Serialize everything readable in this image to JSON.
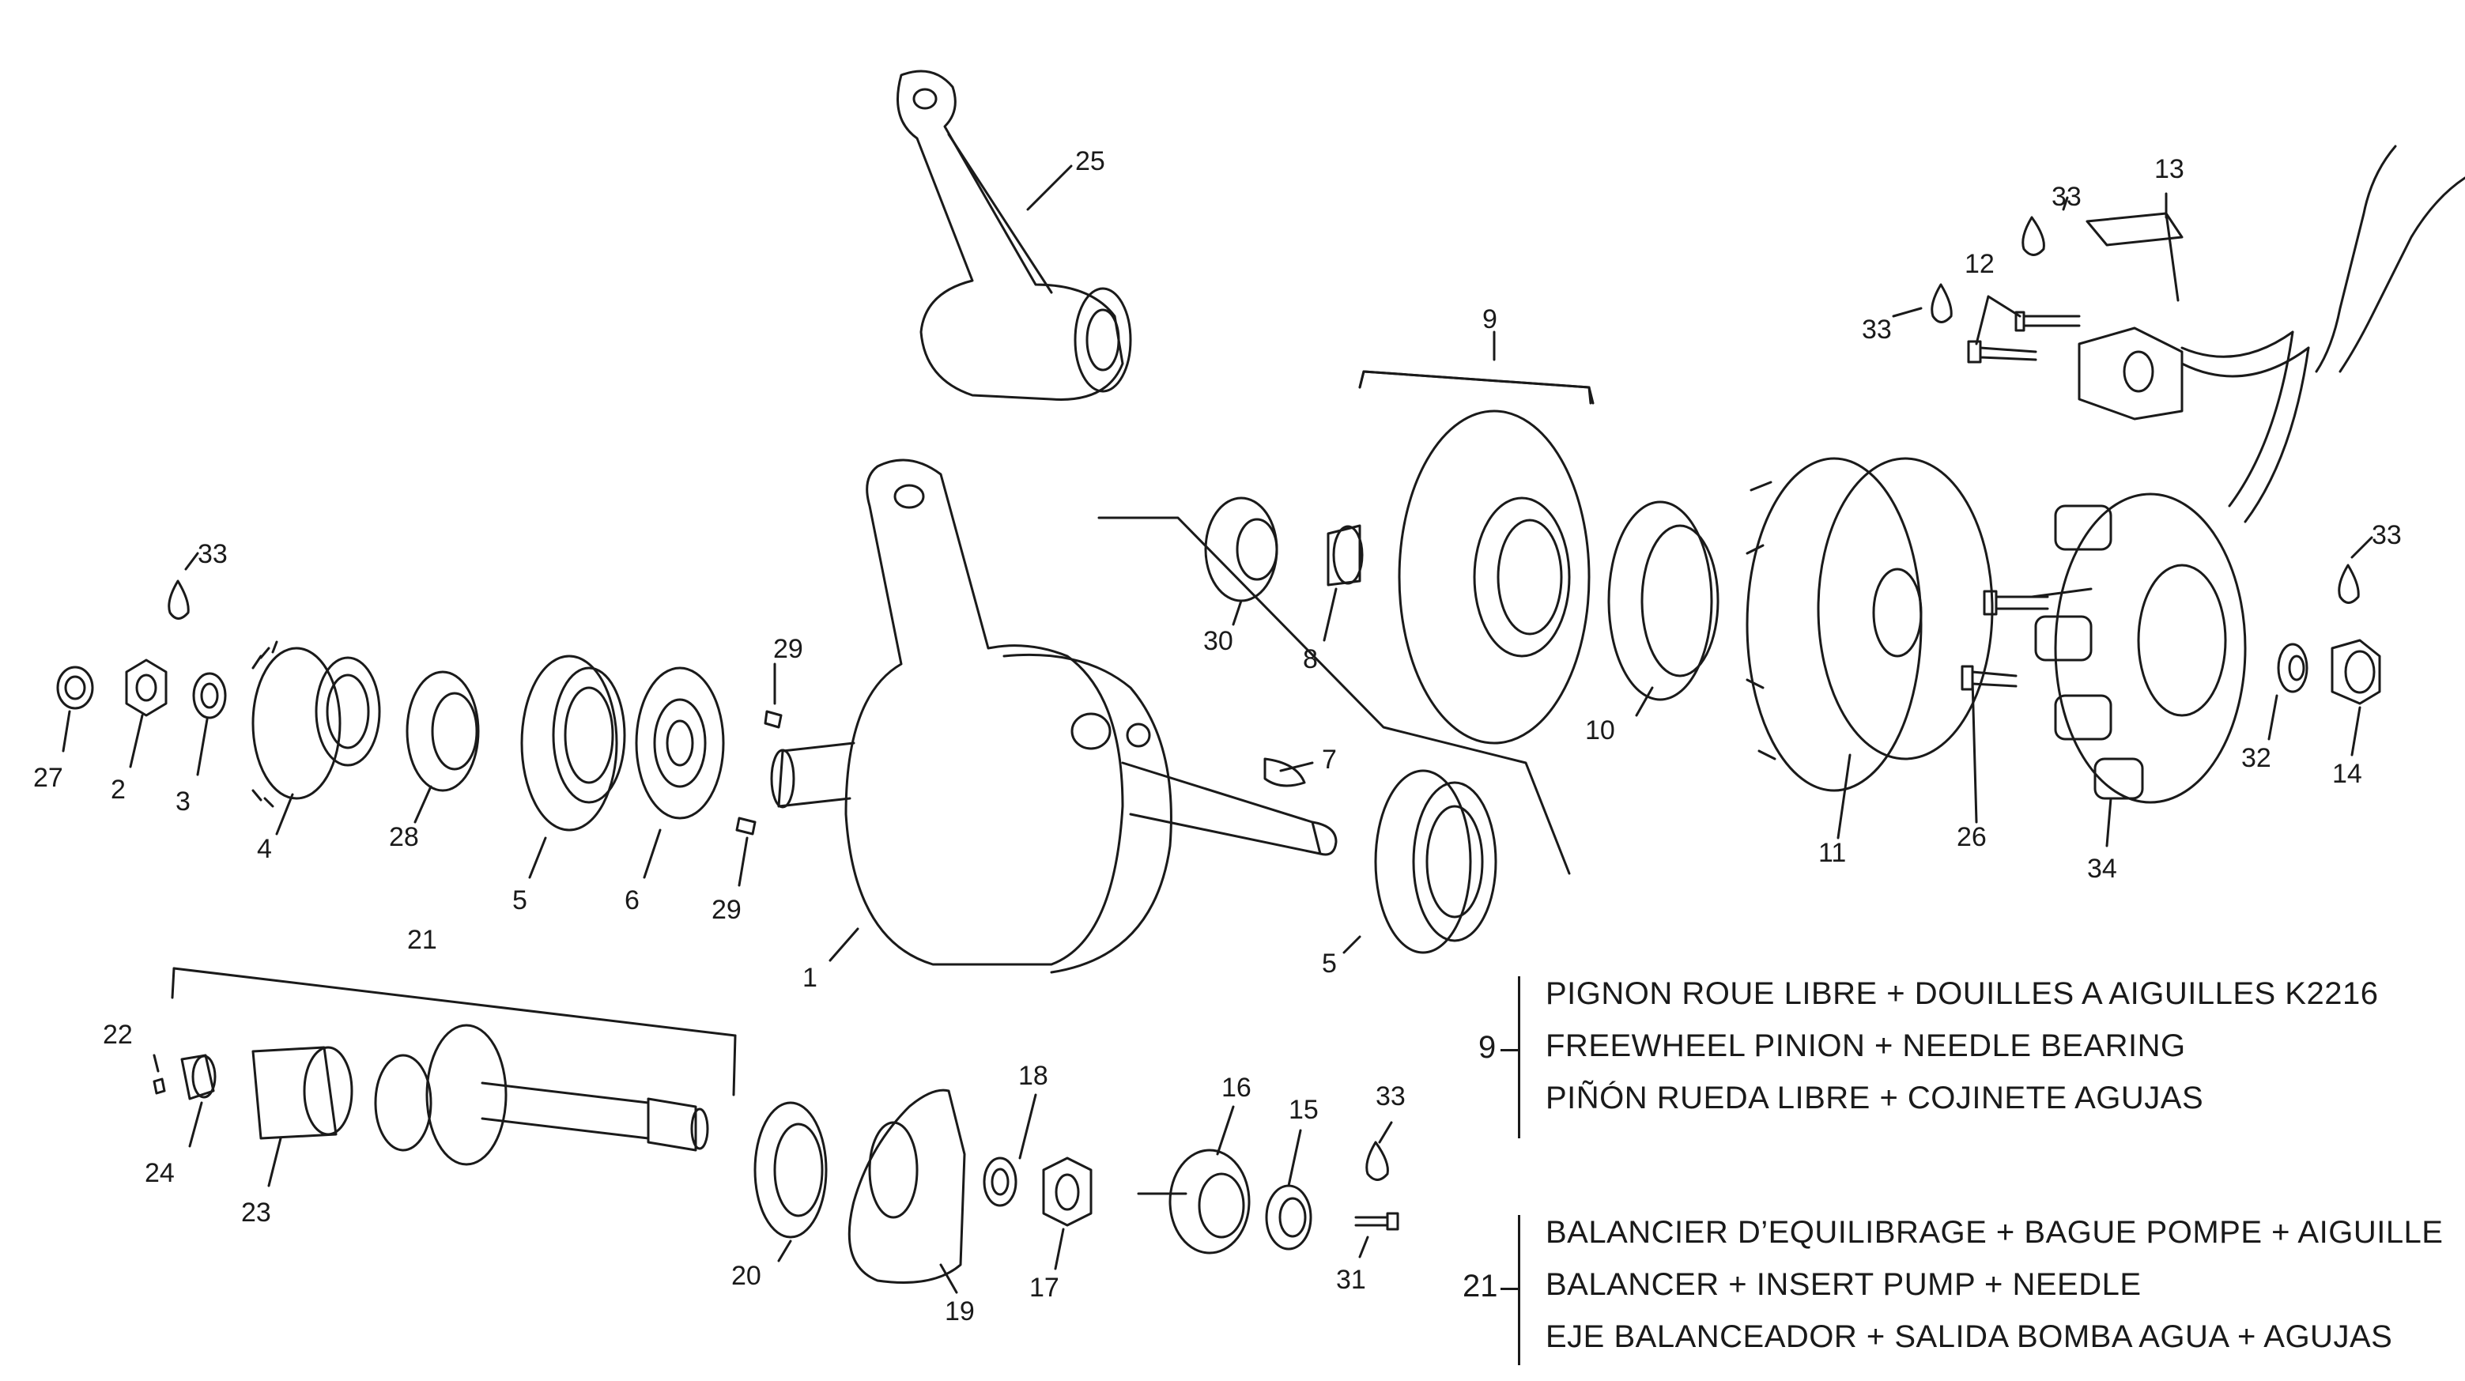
{
  "callouts": {
    "c1": "1",
    "c2": "2",
    "c3": "3",
    "c4": "4",
    "c5a": "5",
    "c5b": "5",
    "c6": "6",
    "c7": "7",
    "c8": "8",
    "c9": "9",
    "c10": "10",
    "c11": "11",
    "c12": "12",
    "c13": "13",
    "c14": "14",
    "c15": "15",
    "c16": "16",
    "c17": "17",
    "c18": "18",
    "c19": "19",
    "c20": "20",
    "c21": "21",
    "c22": "22",
    "c23": "23",
    "c24": "24",
    "c25": "25",
    "c26": "26",
    "c27": "27",
    "c28": "28",
    "c29a": "29",
    "c29b": "29",
    "c30": "30",
    "c31": "31",
    "c32": "32",
    "c33a": "33",
    "c33b": "33",
    "c33c": "33",
    "c33d": "33",
    "c33e": "33",
    "c34": "34"
  },
  "legend": [
    {
      "ref": "9",
      "lines": [
        "PIGNON ROUE LIBRE + DOUILLES A AIGUILLES K2216",
        "FREEWHEEL PINION + NEEDLE BEARING",
        "PIÑÓN RUEDA LIBRE + COJINETE AGUJAS"
      ]
    },
    {
      "ref": "21",
      "lines": [
        "BALANCIER D’EQUILIBRAGE + BAGUE POMPE + AIGUILLE",
        "BALANCER + INSERT PUMP + NEEDLE",
        "EJE BALANCEADOR + SALIDA BOMBA AGUA + AGUJAS"
      ]
    }
  ]
}
